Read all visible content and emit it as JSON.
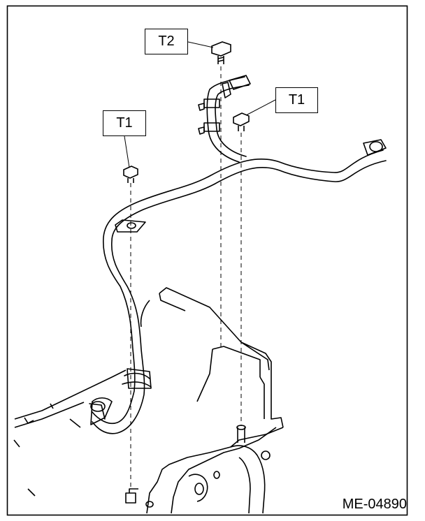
{
  "callouts": {
    "t2": "T2",
    "t1_right": "T1",
    "t1_left": "T1"
  },
  "figure_id": "ME-04890"
}
